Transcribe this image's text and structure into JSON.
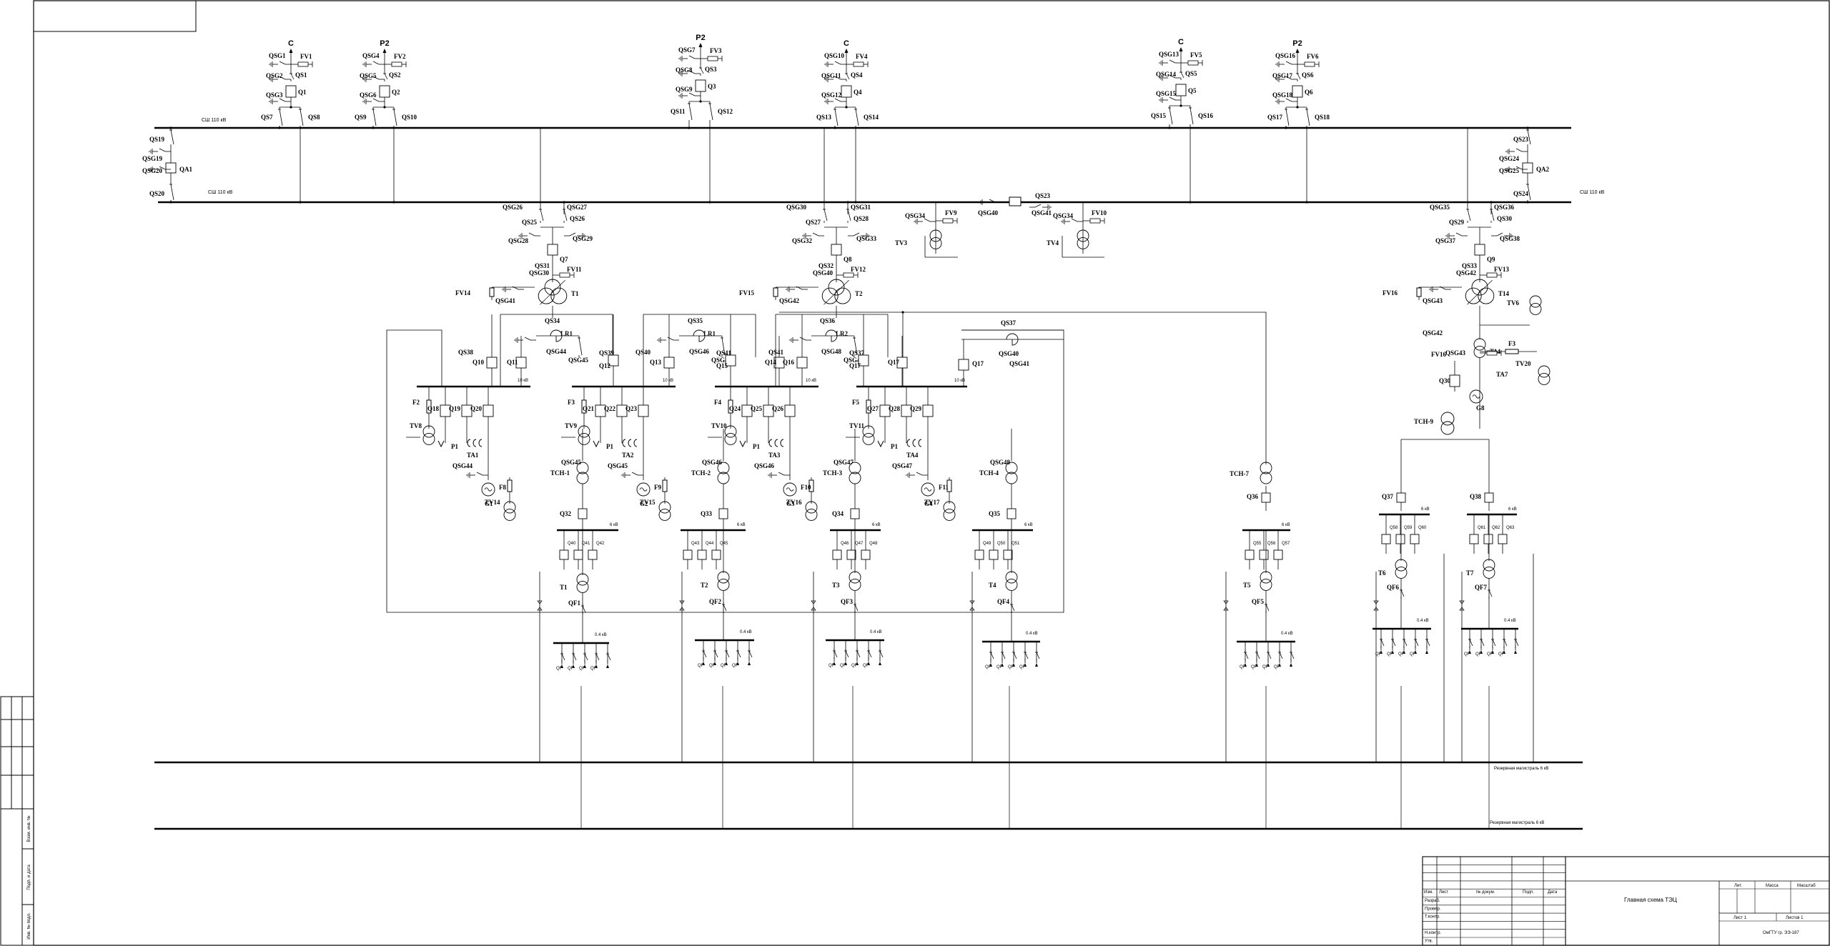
{
  "buses": {
    "b110_1": "СШ 110 кВ",
    "b110_2": "СШ 110 кВ",
    "b110_r": "СШ 110 кВ",
    "b10": "10 кВ",
    "b6": "6 кВ",
    "b04": "0.4 кВ",
    "reserve1": "Резервная магистраль 6 кВ",
    "reserve2": "Резервная магистраль 6 кВ"
  },
  "feeders_110": [
    {
      "head": "C",
      "qsg": [
        "QSG1",
        "QSG2",
        "QSG3"
      ],
      "qs": "QS1",
      "q": "Q1",
      "fv": "FV1",
      "qsl": "QS7",
      "qsr": "QS8"
    },
    {
      "head": "P2",
      "qsg": [
        "QSG4",
        "QSG5",
        "QSG6"
      ],
      "qs": "QS2",
      "q": "Q2",
      "fv": "FV2",
      "qsl": "QS9",
      "qsr": "QS10"
    },
    {
      "head": "P2",
      "qsg": [
        "QSG7",
        "QSG8",
        "QSG9"
      ],
      "qs": "QS3",
      "q": "Q3",
      "fv": "FV3",
      "qsl": "QS11",
      "qsr": "QS12"
    },
    {
      "head": "C",
      "qsg": [
        "QSG10",
        "QSG11",
        "QSG12"
      ],
      "qs": "QS4",
      "q": "Q4",
      "fv": "FV4",
      "qsl": "QS13",
      "qsr": "QS14"
    },
    {
      "head": "C",
      "qsg": [
        "QSG13",
        "QSG14",
        "QSG15"
      ],
      "qs": "QS5",
      "q": "Q5",
      "fv": "FV5",
      "qsl": "QS15",
      "qsr": "QS16"
    },
    {
      "head": "P2",
      "qsg": [
        "QSG16",
        "QSG17",
        "QSG18"
      ],
      "qs": "QS6",
      "q": "Q6",
      "fv": "FV6",
      "qsl": "QS17",
      "qsr": "QS18"
    }
  ],
  "bus_coupler_left": {
    "qs_top": "QS19",
    "qsg_a": "QSG19",
    "qsg_b": "QSG20",
    "qa": "QA1",
    "qs_bot": "QS20"
  },
  "bus_coupler_right": {
    "qs_top": "QS23",
    "qsg_a": "QSG24",
    "qsg_b": "QSG25",
    "qa": "QA2",
    "qs_bot": "QS24"
  },
  "mid_110": {
    "qsg40": "QSG40",
    "qs23": "QS23",
    "qsg41": "QSG41",
    "qsg34": "QSG34",
    "fv9": "FV9",
    "tv3": "TV3",
    "qsg_tv4": "QSG34",
    "fv10": "FV10",
    "tv4": "TV4"
  },
  "main_tr": [
    {
      "qsg_a": "QSG26",
      "qsg_b": "QSG27",
      "qs_a": "QS25",
      "qs_b": "QS26",
      "qsg_c": "QSG28",
      "qsg_d": "QSG29",
      "q": "Q7",
      "qs_n": "QS31",
      "qsg_n": "QSG30",
      "fv_n": "FV11",
      "fv_s": "FV14",
      "qsg_s": "QSG41",
      "t": "T1"
    },
    {
      "qsg_a": "QSG30",
      "qsg_b": "QSG31",
      "qs_a": "QS27",
      "qs_b": "QS28",
      "qsg_c": "QSG32",
      "qsg_d": "QSG33",
      "q": "Q8",
      "qs_n": "QS32",
      "qsg_n": "QSG40",
      "fv_n": "FV12",
      "fv_s": "FV15",
      "qsg_s": "QSG42",
      "t": "T2"
    },
    {
      "qsg_a": "QSG35",
      "qsg_b": "QSG36",
      "qs_a": "QS29",
      "qs_b": "QS30",
      "qsg_c": "QSG37",
      "qsg_d": "QSG38",
      "q": "Q9",
      "qs_n": "QS33",
      "qsg_n": "QSG42",
      "fv_n": "FV13",
      "fv_s": "FV16",
      "qsg_s": "QSG43",
      "t": "T14"
    }
  ],
  "sections_10": [
    {
      "qs_r": "QS34",
      "lr": "LR1",
      "qsg_a": "QSG44",
      "qsg_b": "QSG45",
      "qs_l": "QS38",
      "q_l": "Q10",
      "q_lr": "Q11",
      "qs_c": "QS39",
      "q_c": "Q12"
    },
    {
      "qs_r": "QS35",
      "lr": "LR1",
      "qsg_a": "QSG46",
      "qsg_b": "QSG47",
      "qs_l": "QS40",
      "q_l": "Q13",
      "q_lr": "Q14",
      "qs_c": "QS41",
      "q_c": "Q15"
    },
    {
      "qs_r": "QS36",
      "lr": "LR2",
      "qsg_a": "QSG48",
      "qsg_b": "QSG49",
      "qs_l": "QS41",
      "q_l": "Q16",
      "q_lr": "Q17",
      "qs_c": "QS37",
      "q_c": "Q17"
    },
    {
      "qs_r": "QS37",
      "lr": "",
      "qsg_a": "QSG40",
      "qsg_b": "QSG41",
      "qs_l": "",
      "q_l": "",
      "q_lr": "",
      "qs_c": "",
      "q_c": ""
    }
  ],
  "groups_10": [
    {
      "f": "F2",
      "tv": "TV8",
      "ta": "TA1",
      "qs": [
        "Q18",
        "Q19",
        "Q20"
      ],
      "p": "P1",
      "g": "G1",
      "qsg_g": "QSG44",
      "fg": "F8",
      "tvg": "TV14",
      "tsn": "ТСН-1",
      "qsg_t": "QSG45",
      "qt": "Q32"
    },
    {
      "f": "F3",
      "tv": "TV9",
      "ta": "TA2",
      "qs": [
        "Q21",
        "Q22",
        "Q23"
      ],
      "p": "P1",
      "g": "G2",
      "qsg_g": "QSG45",
      "fg": "F9",
      "tvg": "TV15",
      "tsn": "ТСН-2",
      "qsg_t": "QSG46",
      "qt": "Q33"
    },
    {
      "f": "F4",
      "tv": "TV10",
      "ta": "TA3",
      "qs": [
        "Q24",
        "Q25",
        "Q26"
      ],
      "p": "P1",
      "g": "G3",
      "qsg_g": "QSG46",
      "fg": "F10",
      "tvg": "TV16",
      "tsn": "ТСН-3",
      "qsg_t": "QSG47",
      "qt": "Q34"
    },
    {
      "f": "F5",
      "tv": "TV11",
      "ta": "TA4",
      "qs": [
        "Q27",
        "Q28",
        "Q29"
      ],
      "p": "P1",
      "g": "G4",
      "qsg_g": "QSG47",
      "fg": "F11",
      "tvg": "TV17",
      "tsn": "ТСН-4",
      "qsg_t": "QSG48",
      "qt": "Q35"
    }
  ],
  "right_gen": {
    "f3": "F3",
    "tv20": "TV20",
    "ta7": "TA7",
    "tv6": "TV6",
    "q30": "Q30",
    "g8": "G8",
    "tsn": "ТСН-9",
    "tsn7": "ТСН-7"
  },
  "tsn_feeders": [
    {
      "q": [
        "Q40",
        "Q41",
        "Q42"
      ],
      "t": "T1",
      "qf": "QF1"
    },
    {
      "q": [
        "Q43",
        "Q44",
        "Q45"
      ],
      "t": "T2",
      "qf": "QF2"
    },
    {
      "q": [
        "Q46",
        "Q47",
        "Q48"
      ],
      "t": "T3",
      "qf": "QF3"
    },
    {
      "q": [
        "Q49",
        "Q50",
        "Q51"
      ],
      "t": "T4",
      "qf": "QF4"
    },
    {
      "q": [
        "Q55",
        "Q56",
        "Q57"
      ],
      "t": "T5",
      "qf": "QF5",
      "qin": "Q36"
    },
    {
      "q": [
        "Q58",
        "Q59",
        "Q60"
      ],
      "t": "T6",
      "qf": "QF6",
      "qin": "Q37"
    },
    {
      "q": [
        "Q61",
        "Q62",
        "Q63"
      ],
      "t": "T7",
      "qf": "QF7",
      "qin": "Q38"
    }
  ],
  "qf_label": "QF",
  "title_block": {
    "cols": [
      "Изм.",
      "Лист",
      "№ докум.",
      "Подп.",
      "Дата"
    ],
    "rows": [
      "Разраб.",
      "Провер.",
      "Т.контр.",
      "",
      "Н.контр.",
      "Утв."
    ],
    "title": "Главная схема ТЭЦ",
    "lit": "Лит.",
    "mass": "Масса",
    "scale": "Масштаб",
    "sheet": "Лист 1",
    "sheets": "Листов 1",
    "org": "ОмГТУ гр. ЭЭ-187"
  },
  "side_stamps": [
    "Инв. № подл.",
    "Подп. и дата",
    "Взам. инв. №"
  ]
}
